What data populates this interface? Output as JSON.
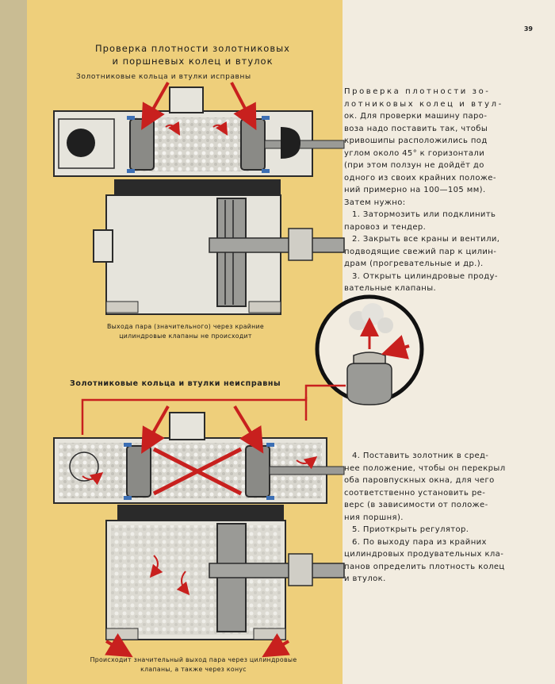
{
  "page": {
    "number": "39",
    "title": [
      "Проверка плотности золотниковых",
      "и поршневых колец и втулок"
    ]
  },
  "figure1": {
    "top_caption": "Золотниковые кольца и втулки исправны",
    "bottom_caption": [
      "Выхода пара (значительного) через крайние",
      "цилиндровые клапаны не происходит"
    ]
  },
  "figure2": {
    "top_caption": "Золотниковые кольца и втулки неисправны",
    "bottom_caption": [
      "Происходит значительный выход пара через цилиндровые",
      "клапаны, а также через конус"
    ]
  },
  "text": {
    "heading_lines": [
      "Проверка плотности зо-",
      "лотниковых колец и втул-"
    ],
    "intro": [
      "ок. Для проверки машину паро-",
      "воза надо поставить так, чтобы",
      "кривошипы расположились под",
      "углом около 45° к горизонтали",
      "(при этом ползун не дойдёт до",
      "одного из своих крайних положе-",
      "ний примерно на 100—105 мм).",
      "Затем нужно:"
    ],
    "steps_a": [
      [
        "1. Затормозить или подклинить",
        "паровоз и тендер."
      ],
      [
        "2. Закрыть все краны и вентили,",
        "подводящие свежий пар к цилин-",
        "драм (прогревательные и др.)."
      ],
      [
        "3. Открыть цилиндровые проду-",
        "вательные клапаны."
      ]
    ],
    "steps_b": [
      [
        "4. Поставить золотник в сред-",
        "нее положение, чтобы он перекрыл",
        "оба паровпускных окна, для чего",
        "соответственно установить ре-",
        "верс (в зависимости от положе-",
        "ния поршня)."
      ],
      [
        "5. Приоткрыть регулятор."
      ],
      [
        "6. По выходу пара из крайних",
        "цилиндровых продувательных кла-",
        "панов определить плотность колец",
        "и втулок."
      ]
    ]
  },
  "colors": {
    "yellow_panel": "#eecf7b",
    "page_bg": "#f2ece0",
    "arrow_red": "#c8201e",
    "machine_gray": "#e6e4dc",
    "ring_blue": "#3c6fb4"
  }
}
